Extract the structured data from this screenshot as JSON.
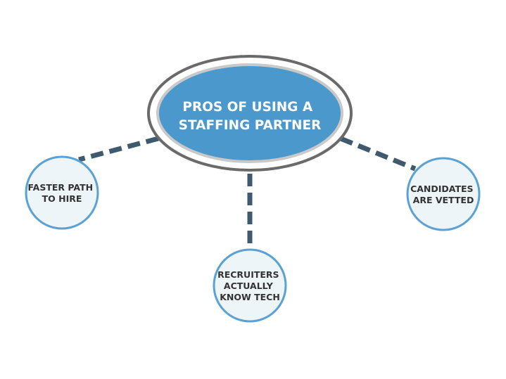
{
  "center": {
    "line1": "PROS OF USING A",
    "line2": "STAFFING PARTNER"
  },
  "nodes": {
    "left": {
      "line1": "FASTER PATH",
      "line2": "TO HIRE"
    },
    "bottom": {
      "line1": "RECRUITERS",
      "line2": "ACTUALLY",
      "line3": "KNOW TECH"
    },
    "right": {
      "line1": "CANDIDATES",
      "line2": "ARE VETTED"
    }
  },
  "colors": {
    "center_fill": "#4b98cc",
    "center_outer_ring": "#6a6a6a",
    "center_inner_ring": "#c9c9c9",
    "node_fill": "#edf5f9",
    "node_stroke": "#5aa2d4",
    "connector": "#3f5a6e",
    "text_dark": "#333333",
    "text_light": "#ffffff"
  }
}
